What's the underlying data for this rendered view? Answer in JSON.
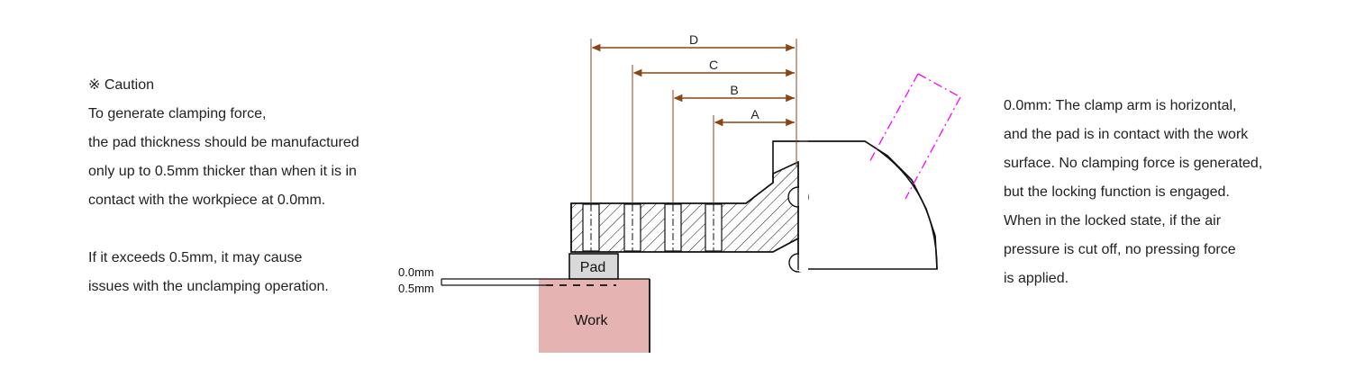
{
  "caution": {
    "heading": "※ Caution",
    "lines": [
      "To generate clamping force,",
      "the pad thickness should be manufactured",
      "only up to 0.5mm thicker than when it is in",
      "contact with the workpiece at 0.0mm."
    ]
  },
  "warning": {
    "lines": [
      "If it exceeds 0.5mm, it may cause",
      "issues with the unclamping operation."
    ]
  },
  "description": {
    "lines": [
      "0.0mm: The clamp arm is horizontal,",
      "and the pad is in contact with the work",
      "surface. No clamping force is generated,",
      "but the locking function is engaged.",
      "When in the locked state, if the air",
      "pressure is cut off, no pressing force",
      "is applied."
    ]
  },
  "diagram": {
    "dimensions": [
      "D",
      "C",
      "B",
      "A"
    ],
    "pad_label": "Pad",
    "work_label": "Work",
    "level_labels": [
      "0.0mm",
      "0.5mm"
    ],
    "colors": {
      "dimension": "#8b4513",
      "work_fill": "#e6b3b3",
      "pad_fill": "#d9d9d9",
      "rotation_guide": "#ff00ff",
      "outline": "#111111"
    }
  }
}
